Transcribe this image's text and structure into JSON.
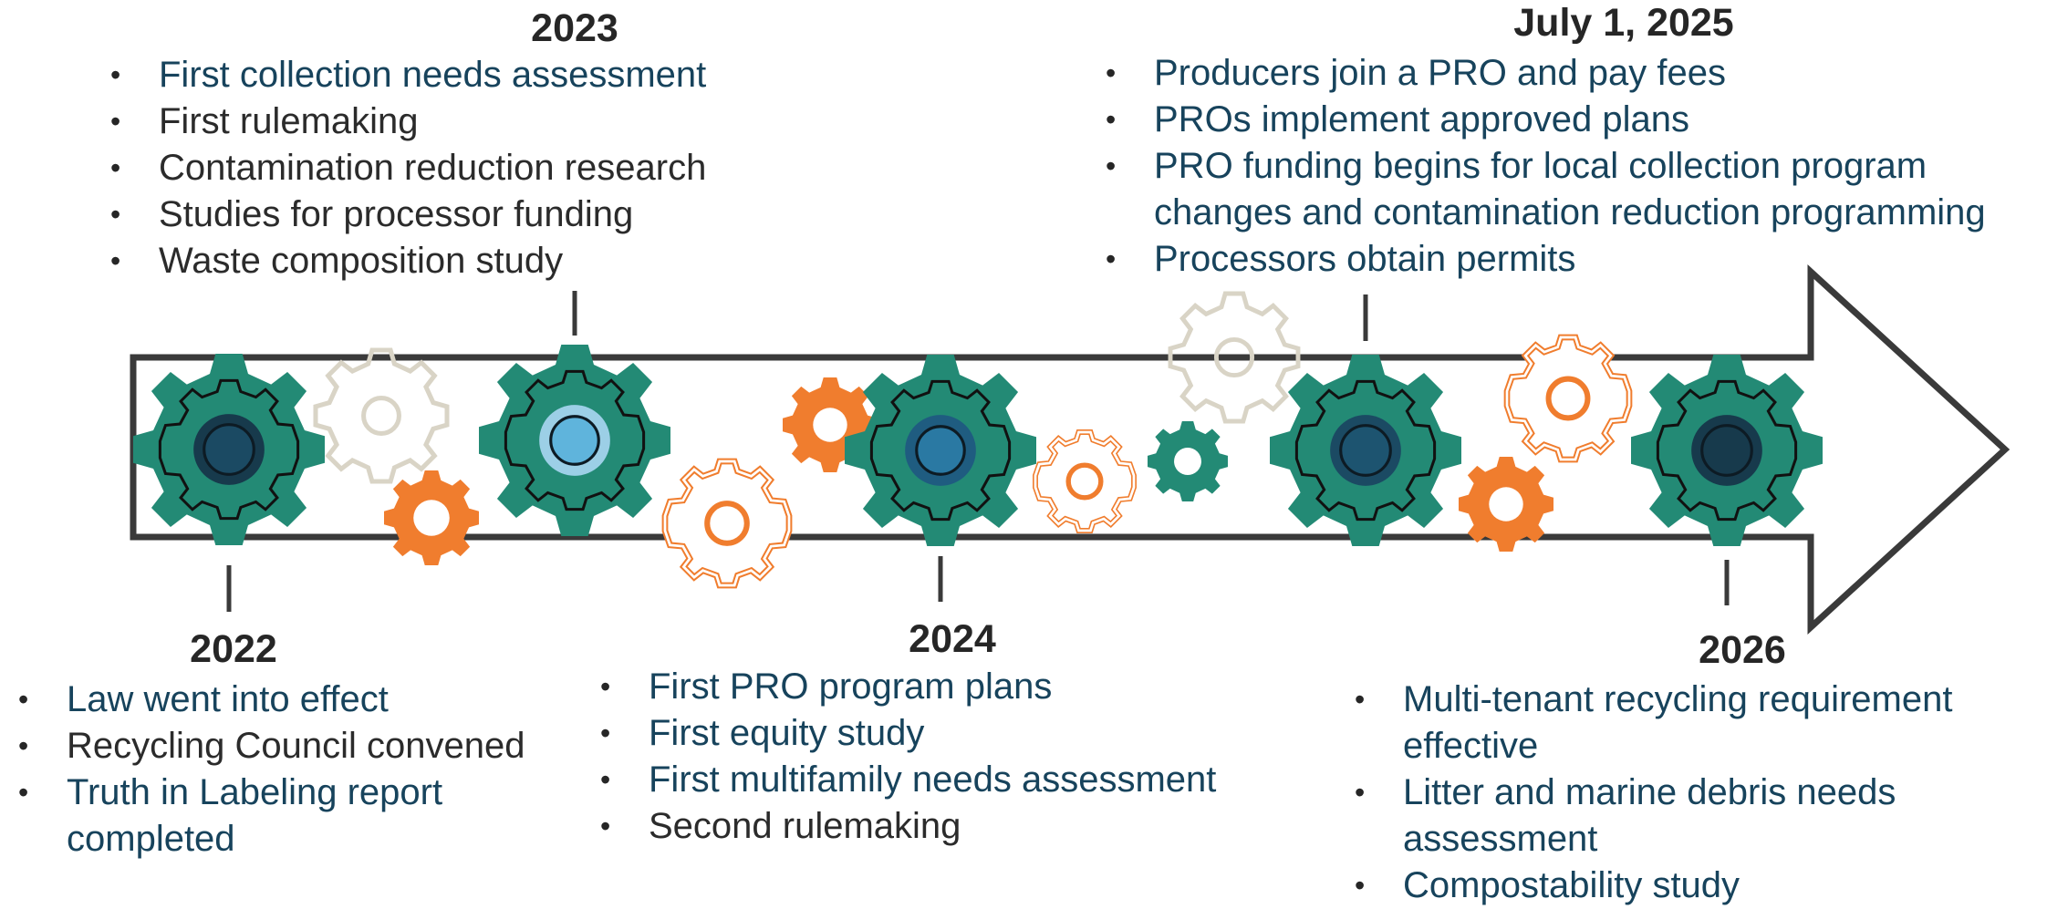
{
  "milestones": {
    "m2022": {
      "year": "2022",
      "items": [
        {
          "text": "Law went into effect",
          "color": "#17435c"
        },
        {
          "text": "Recycling Council convened",
          "color": "#2b2b2b"
        },
        {
          "text": "Truth in Labeling report completed",
          "color": "#17435c"
        }
      ]
    },
    "m2023": {
      "year": "2023",
      "items": [
        {
          "text": "First collection needs assessment",
          "color": "#17435c"
        },
        {
          "text": "First rulemaking",
          "color": "#2b2b2b"
        },
        {
          "text": "Contamination reduction research",
          "color": "#2b2b2b"
        },
        {
          "text": "Studies for processor funding",
          "color": "#2b2b2b"
        },
        {
          "text": "Waste composition study",
          "color": "#2b2b2b"
        }
      ]
    },
    "m2024": {
      "year": "2024",
      "items": [
        {
          "text": "First PRO program plans",
          "color": "#17435c"
        },
        {
          "text": "First equity study",
          "color": "#17435c"
        },
        {
          "text": "First multifamily needs assessment",
          "color": "#17435c"
        },
        {
          "text": "Second rulemaking",
          "color": "#2b2b2b"
        }
      ]
    },
    "m2025": {
      "year": "July 1, 2025",
      "items": [
        {
          "text": "Producers join a PRO and pay fees",
          "color": "#17435c"
        },
        {
          "text": "PROs implement approved plans",
          "color": "#17435c"
        },
        {
          "text": "PRO funding begins for local collection program changes and contamination reduction programming",
          "color": "#17435c"
        },
        {
          "text": "Processors obtain permits",
          "color": "#17435c"
        }
      ]
    },
    "m2026": {
      "year": "2026",
      "items": [
        {
          "text": "Multi-tenant recycling requirement effective",
          "color": "#17435c"
        },
        {
          "text": "Litter and marine debris needs assessment",
          "color": "#17435c"
        },
        {
          "text": "Compostability study",
          "color": "#17435c"
        }
      ]
    }
  },
  "colors": {
    "gear_green": "#238a75",
    "gear_orange": "#f07d2e",
    "gear_outline_beige": "#d9d4c6",
    "arrow_outline": "#3a3a3a",
    "hub_navy": "#1b4a63",
    "hub_light_blue": "#5fb4dc",
    "hub_mid_blue": "#2a79a3",
    "hub_dark": "#173a4c"
  },
  "icons": [
    "gear-icon",
    "timeline-arrow"
  ]
}
